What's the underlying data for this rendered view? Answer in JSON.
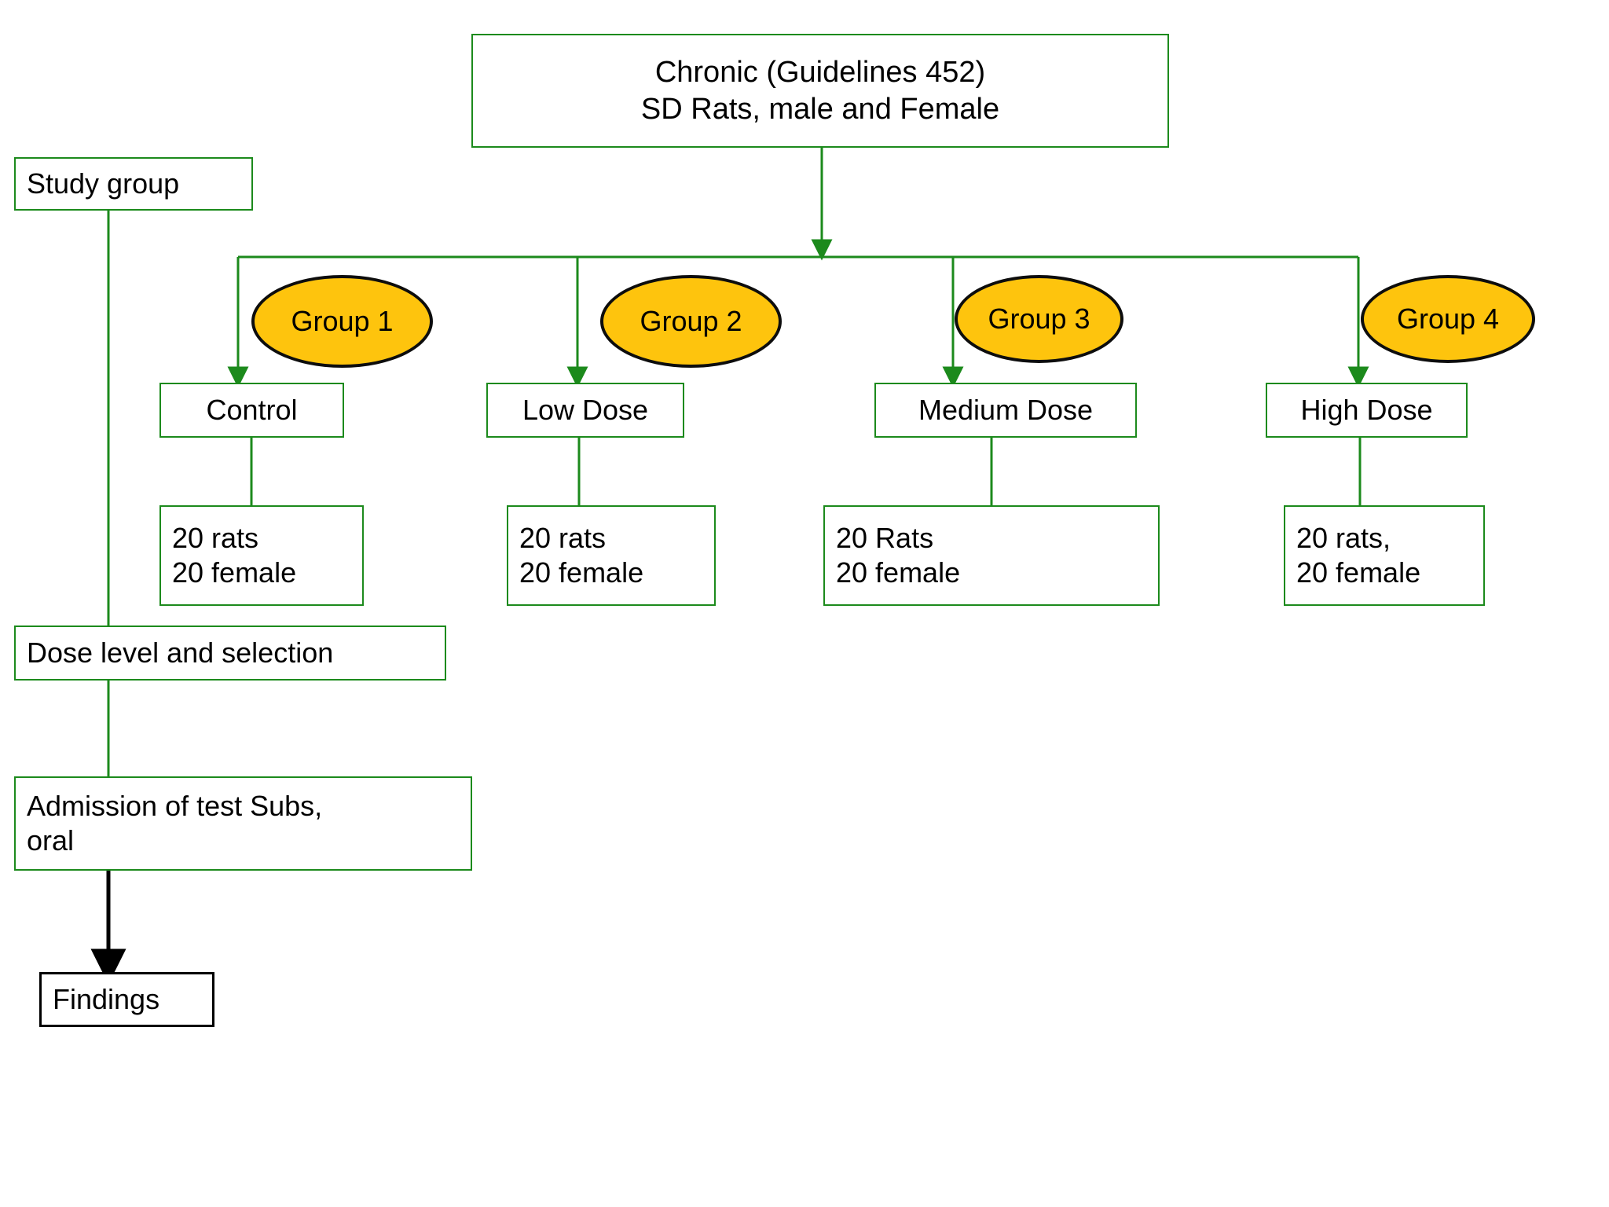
{
  "diagram": {
    "title_box": {
      "line1": "Chronic (Guidelines 452)",
      "line2": "SD Rats, male and Female",
      "text": "Chronic (Guidelines 452)\nSD Rats, male and Female"
    },
    "side_chain": [
      {
        "id": "study-group",
        "label": "Study group"
      },
      {
        "id": "dose-level",
        "label": "Dose level and selection"
      },
      {
        "id": "admission",
        "label": "Admission of test Subs,\noral"
      },
      {
        "id": "findings",
        "label": "Findings"
      }
    ],
    "groups": [
      {
        "id": "group-1",
        "oval_label": "Group 1",
        "dose_label": "Control",
        "count_label": "20 rats\n20 female"
      },
      {
        "id": "group-2",
        "oval_label": "Group 2",
        "dose_label": "Low Dose",
        "count_label": "20 rats\n20 female"
      },
      {
        "id": "group-3",
        "oval_label": "Group 3",
        "dose_label": "Medium Dose",
        "count_label": "20 Rats\n20 female"
      },
      {
        "id": "group-4",
        "oval_label": "Group 4",
        "dose_label": "High Dose",
        "count_label": "20 rats,\n20 female"
      }
    ],
    "colors": {
      "connector_green": "#1c8a1c",
      "box_border_green": "#1c8a1c",
      "oval_fill": "#fec40d",
      "oval_stroke": "#0d0d0d",
      "findings_border": "#000000",
      "text": "#000000",
      "background": "#ffffff"
    }
  }
}
